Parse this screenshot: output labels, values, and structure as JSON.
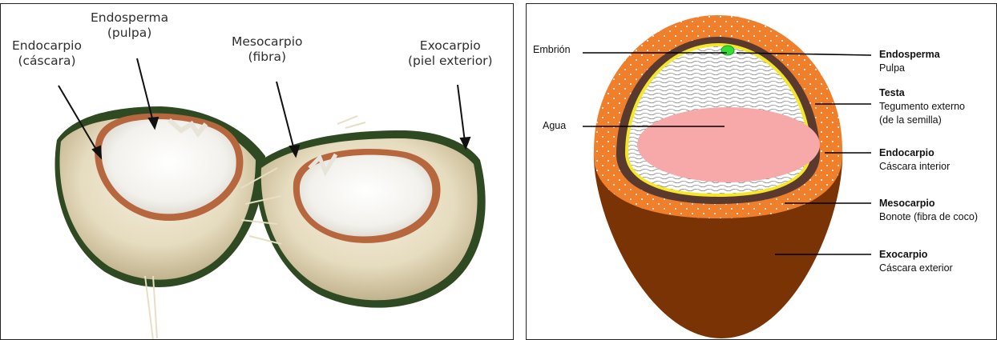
{
  "photo": {
    "labels": [
      {
        "id": "endocarpio",
        "line1": "Endocarpio",
        "line2": "(cáscara)"
      },
      {
        "id": "endosperma",
        "line1": "Endosperma",
        "line2": "(pulpa)"
      },
      {
        "id": "mesocarpio",
        "line1": "Mesocarpio",
        "line2": "(fibra)"
      },
      {
        "id": "exocarpio",
        "line1": "Exocarpio",
        "line2": "(piel exterior)"
      }
    ]
  },
  "diagram": {
    "left_labels": {
      "embrion": "Embrión",
      "agua": "Agua"
    },
    "right_labels": [
      {
        "title": "Endosperma",
        "sub1": "Pulpa",
        "sub2": ""
      },
      {
        "title": "Testa",
        "sub1": "Tegumento externo",
        "sub2": "(de la semilla)"
      },
      {
        "title": "Endocarpio",
        "sub1": "Cáscara interior",
        "sub2": ""
      },
      {
        "title": "Mesocarpio",
        "sub1": "Bonote (fibra de coco)",
        "sub2": ""
      },
      {
        "title": "Exocarpio",
        "sub1": "Cáscara exterior",
        "sub2": ""
      }
    ],
    "colors": {
      "exocarp": "#7a3305",
      "mesocarp": "#f07f2c",
      "endocarp": "#5a3a2e",
      "testa": "#f4e72a",
      "endosperm_lines": "#555555",
      "water": "#f7a8a8",
      "embryo": "#33dd33"
    }
  }
}
